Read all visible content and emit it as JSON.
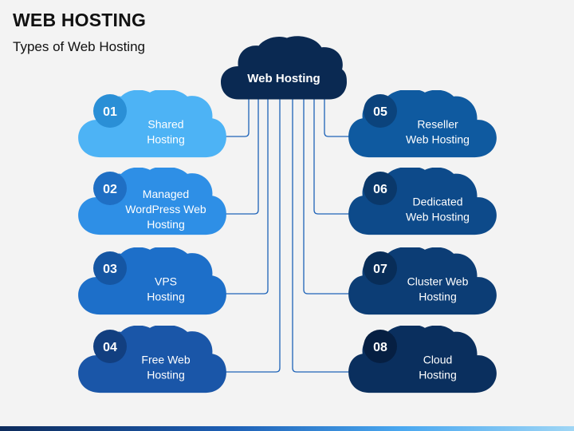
{
  "slide": {
    "title": "WEB HOSTING",
    "subtitle": "Types of Web Hosting"
  },
  "center": {
    "label": "Web Hosting",
    "color": "#0a2952"
  },
  "nodes": [
    {
      "number": "01",
      "label_lines": [
        "Shared",
        "Hosting"
      ],
      "color": "#4db3f5",
      "badge_color": "#2a8fd6"
    },
    {
      "number": "02",
      "label_lines": [
        "Managed",
        "WordPress Web",
        "Hosting"
      ],
      "color": "#2e8fe6",
      "badge_color": "#1f6fc4"
    },
    {
      "number": "03",
      "label_lines": [
        "VPS",
        "Hosting"
      ],
      "color": "#1d6fc9",
      "badge_color": "#1556a3"
    },
    {
      "number": "04",
      "label_lines": [
        "Free Web",
        "Hosting"
      ],
      "color": "#1a56a8",
      "badge_color": "#123f80"
    },
    {
      "number": "05",
      "label_lines": [
        "Reseller",
        "Web Hosting"
      ],
      "color": "#0f5aa0",
      "badge_color": "#0b437c"
    },
    {
      "number": "06",
      "label_lines": [
        "Dedicated",
        "Web Hosting"
      ],
      "color": "#0d4a8a",
      "badge_color": "#0a386a"
    },
    {
      "number": "07",
      "label_lines": [
        "Cluster Web",
        "Hosting"
      ],
      "color": "#0c3d75",
      "badge_color": "#082d58"
    },
    {
      "number": "08",
      "label_lines": [
        "Cloud",
        "Hosting"
      ],
      "color": "#0a2f5e",
      "badge_color": "#061f42"
    }
  ],
  "connector_color": "#1e63b8"
}
